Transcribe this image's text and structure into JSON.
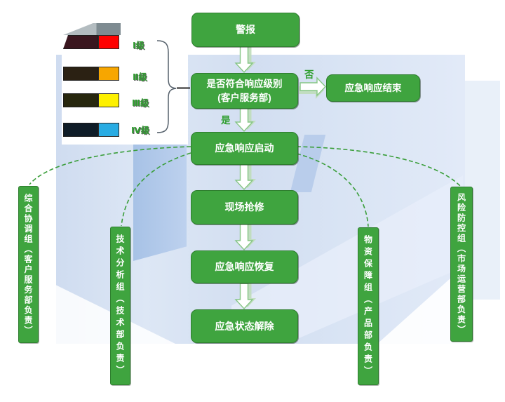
{
  "legend": {
    "items": [
      {
        "label": "Ⅰ级",
        "swatch_color": "#FF0000",
        "bar_color": "#3A161F"
      },
      {
        "label": "Ⅱ级",
        "swatch_color": "#F7A600",
        "bar_color": "#2B2113"
      },
      {
        "label": "Ⅲ级",
        "swatch_color": "#FDF000",
        "bar_color": "#27270E"
      },
      {
        "label": "Ⅳ级",
        "swatch_color": "#29ACE3",
        "bar_color": "#0F1C27"
      }
    ]
  },
  "flow": {
    "alarm": "警报",
    "decision_line1": "是否符合响应级别",
    "decision_line2": "(客户服务部)",
    "branch_no": "否",
    "branch_yes": "是",
    "end": "应急响应结束",
    "start": "应急响应启动",
    "onsite_repair": "现场抢修",
    "recovery": "应急响应恢复",
    "release": "应急状态解除"
  },
  "groups": {
    "coordination": "综合协调组（客户服务部负责）",
    "technical": "技术分析组（技术部负责）",
    "material": "物资保障组（产品部负责）",
    "risk": "风险防控组（市场运营部负责）"
  },
  "colors": {
    "node_green": "#3FA43F",
    "node_border": "#2E7D2E",
    "connector_green": "#3A9E3A",
    "label_green": "#2F9E2F",
    "brace_gray": "#55606B"
  }
}
